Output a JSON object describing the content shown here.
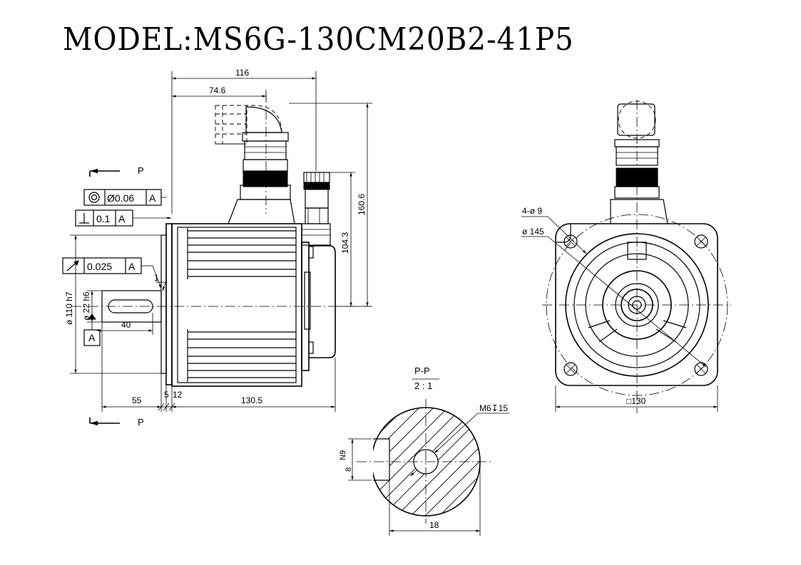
{
  "title": "MODEL:MS6G-130CM20B2-41P5",
  "side_view": {
    "dims": {
      "overall_length": "116",
      "connector_offset": "74.6",
      "height_total": "160.6",
      "height_connector": "104.3",
      "shaft_length": "55",
      "flange_thk": "5",
      "flange_depth": "12",
      "body_length": "130.5",
      "key_length": "40",
      "pilot_dia": "ø 110 h7",
      "shaft_dia": "ø 22 h6",
      "chamfer": "1"
    },
    "tolerances": {
      "concentricity_value": "Ø0.06",
      "concentricity_ref": "A",
      "perp_value": "0.1",
      "perp_ref": "A",
      "runout_value": "0.025",
      "runout_ref": "A",
      "datum": "A"
    },
    "section_marks": {
      "top": "P",
      "bottom": "P"
    }
  },
  "front_view": {
    "holes": "4-ø 9",
    "pcd": "ø 145",
    "square": "□130"
  },
  "section_view": {
    "title": "P-P",
    "scale": "2 : 1",
    "thread": "M6",
    "thread_depth": "15",
    "keyway": "N9",
    "key_width": "8",
    "depth": "18"
  }
}
